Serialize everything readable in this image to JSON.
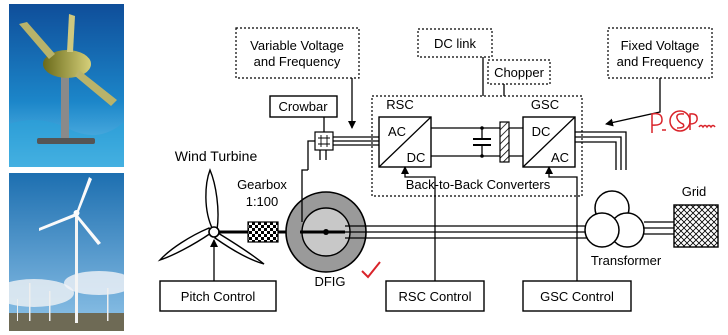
{
  "labels": {
    "variable_voltage_1": "Variable Voltage",
    "variable_voltage_2": "and Frequency",
    "dc_link": "DC link",
    "chopper": "Chopper",
    "fixed_voltage_1": "Fixed Voltage",
    "fixed_voltage_2": "and Frequency",
    "crowbar": "Crowbar",
    "rsc": "RSC",
    "gsc": "GSC",
    "rsc_ac": "AC",
    "rsc_dc": "DC",
    "gsc_dc": "DC",
    "gsc_ac": "AC",
    "wind_turbine": "Wind Turbine",
    "gearbox_1": "Gearbox",
    "gearbox_2": "1:100",
    "back_to_back": "Back-to-Back Converters",
    "grid": "Grid",
    "dfig": "DFIG",
    "transformer": "Transformer",
    "pitch_control": "Pitch Control",
    "rsc_control": "RSC Control",
    "gsc_control": "GSC Control"
  },
  "handwriting": "P_r ≤ S P_input",
  "colors": {
    "ink": "#000000",
    "annotation_red": "#d9232a",
    "dfig_outer": "#9a9a9a",
    "dfig_inner": "#c8c8c8",
    "sky_top": "#1d6fb0",
    "sky_bottom": "#8fc3e8"
  }
}
